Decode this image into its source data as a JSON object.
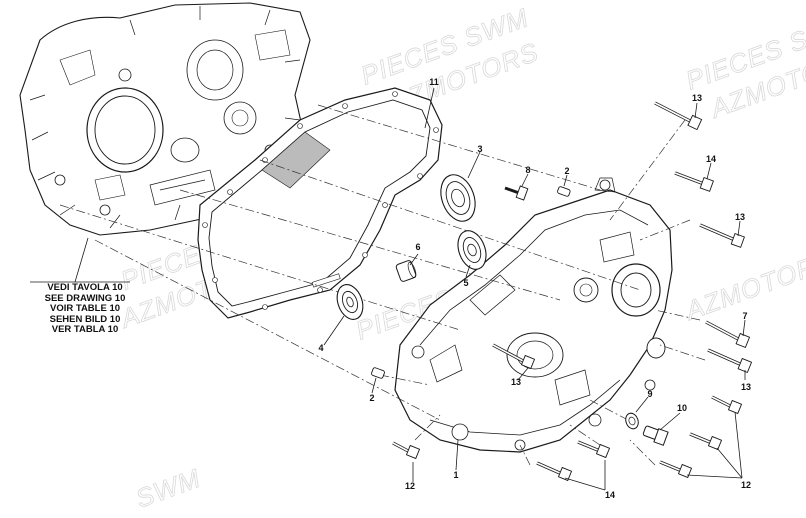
{
  "reference_note": [
    "VEDI TAVOLA 10",
    "SEE DRAWING 10",
    "VOIR TABLE 10",
    "SEHEN BILD 10",
    "VER TABLA 10"
  ],
  "watermarks": [
    "PIECES SWM",
    "AZMOTORS",
    "PIECES SWM",
    "AZMOTORS",
    "PIECES SWM",
    "AZMOTORS",
    "PIECES SWM",
    "AZMOTORS",
    "SWM"
  ],
  "callouts": {
    "c1": "1",
    "c2a": "2",
    "c2b": "2",
    "c3": "3",
    "c4": "4",
    "c5": "5",
    "c6": "6",
    "c7": "7",
    "c8": "8",
    "c9": "9",
    "c10": "10",
    "c11": "11",
    "c12a": "12",
    "c12b": "12",
    "c13a": "13",
    "c13b": "13",
    "c13c": "13",
    "c13d": "13",
    "c14a": "14",
    "c14b": "14"
  }
}
